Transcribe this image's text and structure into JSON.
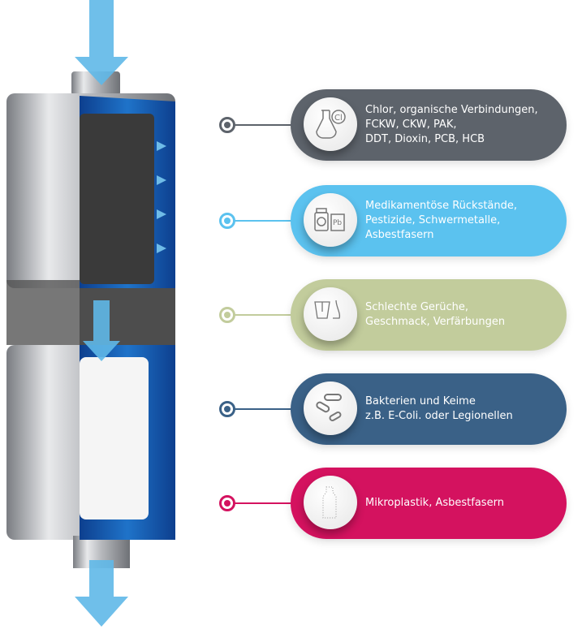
{
  "items": [
    {
      "lines": [
        "Chlor, organische Verbindungen,",
        "FCKW, CKW, PAK,",
        "DDT, Dioxin, PCB, HCB"
      ],
      "color": "#5d636b",
      "icon": "flask-chlorine-icon",
      "icon_text": "Cl"
    },
    {
      "lines": [
        "Medikamentöse Rückstände,",
        "Pestizide, Schwermetalle,",
        "Asbestfasern"
      ],
      "color": "#5bc2ef",
      "icon": "medicine-lead-icon",
      "icon_text": "Pb"
    },
    {
      "lines": [
        "Schlechte Gerüche,",
        "Geschmack, Verfärbungen"
      ],
      "color": "#c2cc9c",
      "icon": "tongue-nose-icon"
    },
    {
      "lines": [
        "Bakterien und Keime",
        "z.B. E-Coli. oder Legionellen"
      ],
      "color": "#3a6187",
      "icon": "bacteria-icon"
    },
    {
      "lines": [
        "Mikroplastik, Asbestfasern"
      ],
      "color": "#d4125f",
      "icon": "microplastic-bottle-icon"
    }
  ],
  "flow_color": "#5fb8e8"
}
